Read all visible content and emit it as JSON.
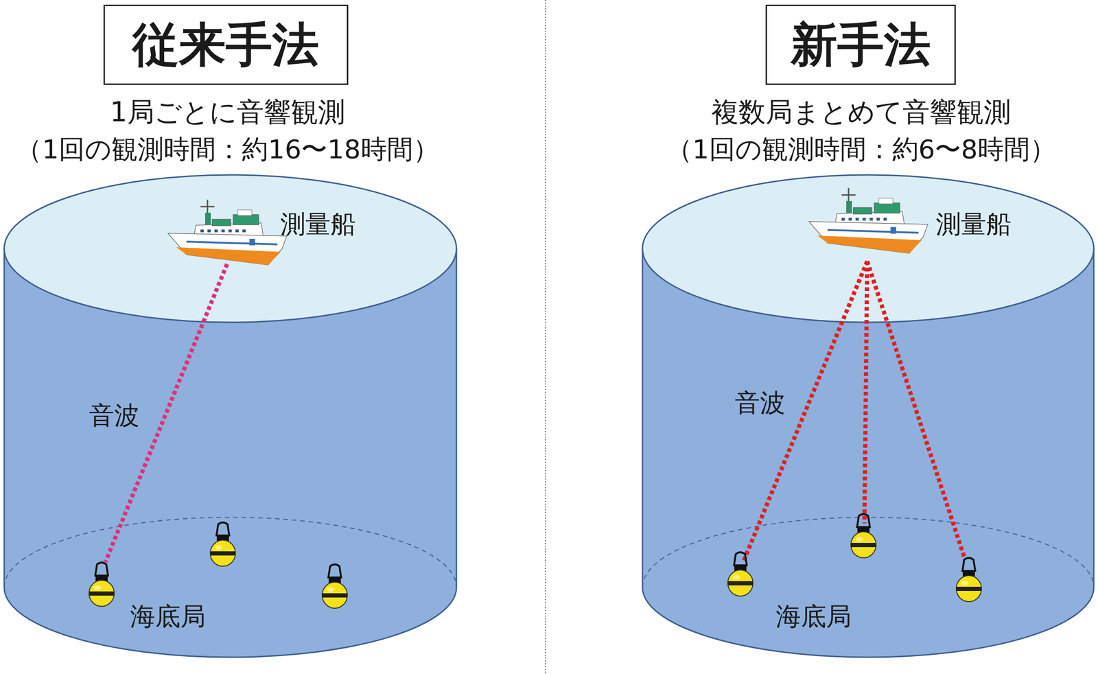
{
  "diagram": {
    "nodes": [
      {
        "text": [
          "従来手法"
        ]
      },
      {
        "text": [
          "新手法"
        ]
      }
    ],
    "labels": [
      "1局ごとに音響観測",
      "（1回の観測時間：約16〜18時間）",
      "測量船",
      "音波",
      "海底局",
      "複数局まとめて音響観測",
      "（1回の観測時間：約6〜8時間）",
      "測量船",
      "音波",
      "海底局"
    ]
  }
}
